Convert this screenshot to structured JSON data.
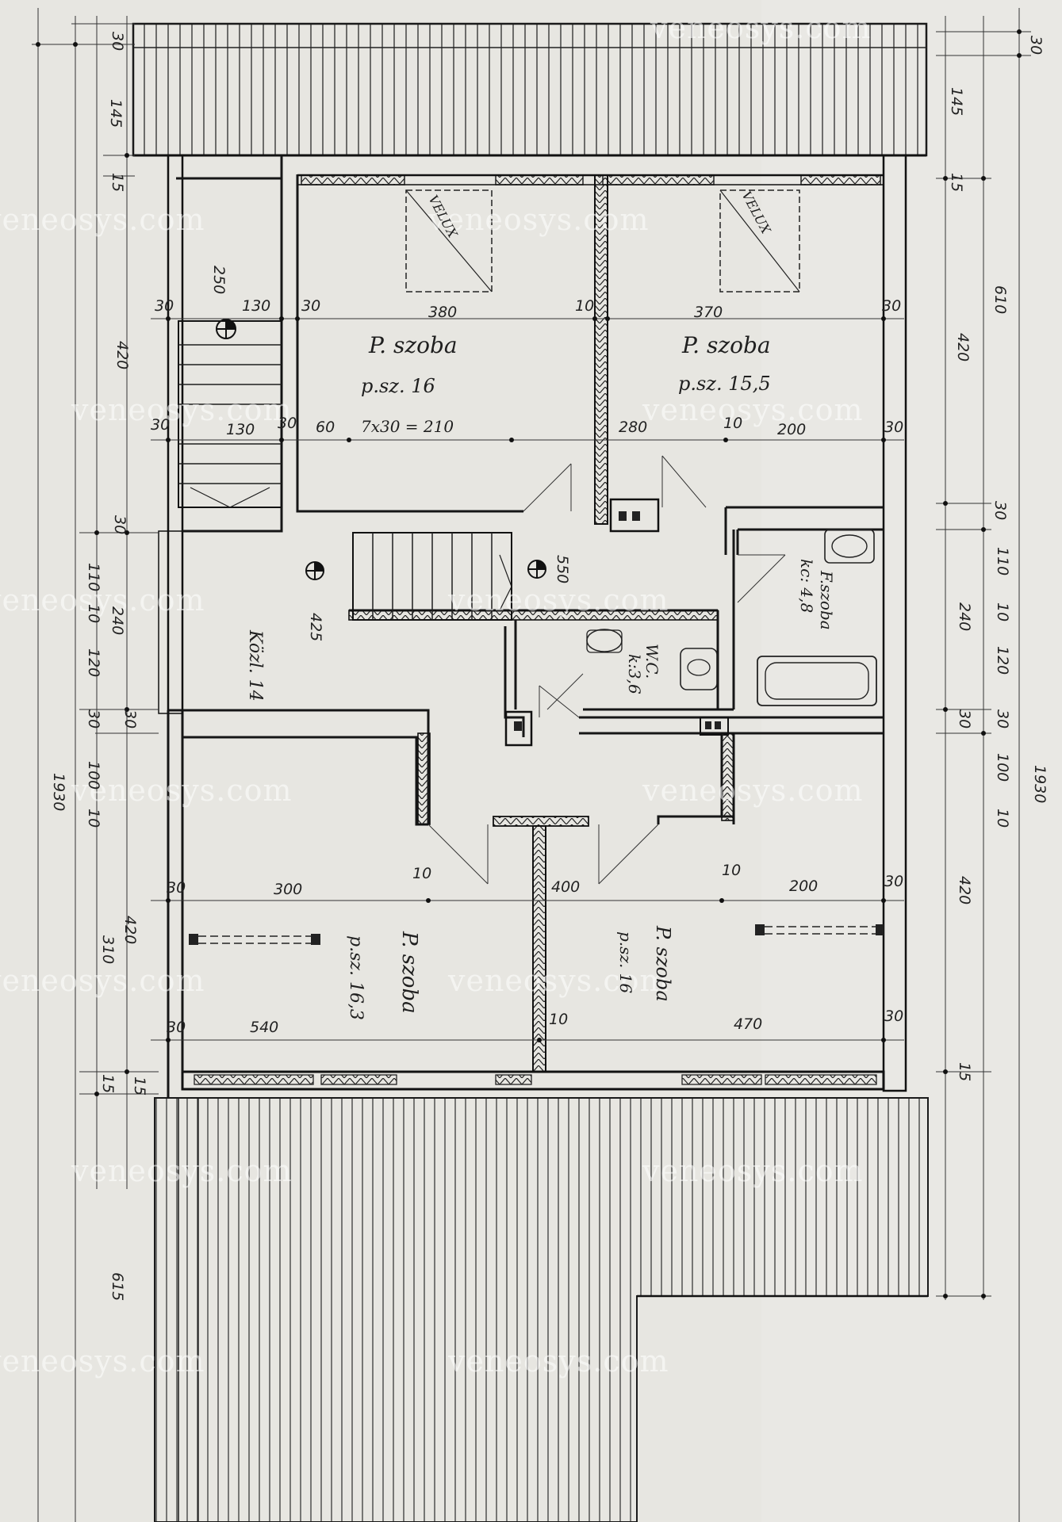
{
  "watermark": "veneosys.com",
  "rooms": {
    "room_top_left": {
      "name": "P. szoba",
      "area": "p.sz.  16"
    },
    "room_top_right": {
      "name": "P. szoba",
      "area": "p.sz. 15,5"
    },
    "hall": {
      "name": "Közl. 14"
    },
    "bathroom": {
      "name": "F.szoba",
      "area": "kc: 4,8"
    },
    "wc": {
      "name": "W.C.",
      "area": "k:3,6"
    },
    "room_bottom_left": {
      "name": "P. szoba",
      "area": "p.sz. 16,3"
    },
    "room_bottom_right": {
      "name": "P. szoba",
      "area": "p.sz. 16"
    }
  },
  "labels": {
    "velux": "VELUX",
    "stair_formula": "7x30 = 210"
  },
  "levels": {
    "l250": "250",
    "l425": "425",
    "l550": "550"
  },
  "dims_top": {
    "d30a": "30",
    "d130": "130",
    "d30b": "30",
    "d380": "380",
    "d10": "10",
    "d370": "370",
    "d30c": "30"
  },
  "dims_mid": {
    "d30a": "30",
    "d130": "130",
    "d30b": "30",
    "d60": "60",
    "d280": "280",
    "d10": "10",
    "d200": "200",
    "d30c": "30"
  },
  "dims_low1": {
    "d30a": "30",
    "d300": "300",
    "d10a": "10",
    "d400": "400",
    "d10b": "10",
    "d200": "200",
    "d30b": "30"
  },
  "dims_low2": {
    "d30a": "30",
    "d540": "540",
    "d10": "10",
    "d470": "470",
    "d30b": "30"
  },
  "dims_left": {
    "d30": "30",
    "d145": "145",
    "d15": "15",
    "d420a": "420",
    "d30b": "30",
    "d110": "110",
    "d10a": "10",
    "d240": "240",
    "d120": "120",
    "d30c": "30",
    "d30d": "30",
    "d100": "100",
    "d10b": "10",
    "d420b": "420",
    "d310": "310",
    "d15b": "15",
    "d15c": "15",
    "d1930": "1930",
    "d615": "615"
  },
  "dims_right": {
    "d30": "30",
    "d145": "145",
    "d15": "15",
    "d610": "610",
    "d420a": "420",
    "d30b": "30",
    "d110": "110",
    "d10a": "10",
    "d240": "240",
    "d120": "120",
    "d30c": "30",
    "d30d": "30",
    "d100": "100",
    "d10b": "10",
    "d420b": "420",
    "d15b": "15",
    "d1930": "1930"
  }
}
